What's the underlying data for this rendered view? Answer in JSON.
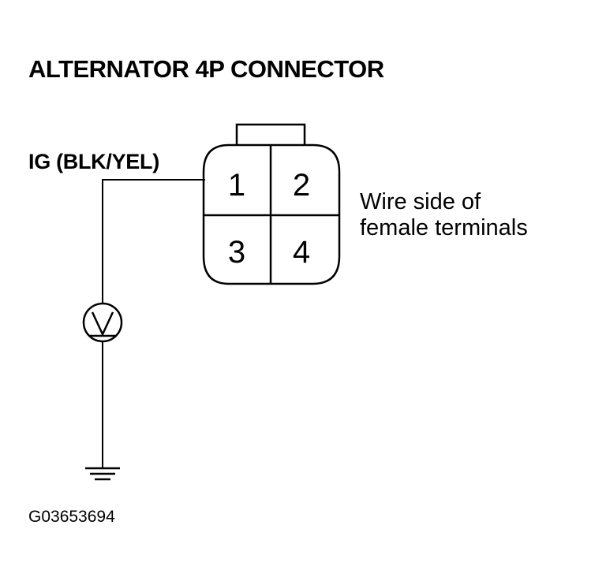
{
  "title": "ALTERNATOR 4P CONNECTOR",
  "wire_label": "IG (BLK/YEL)",
  "connector": {
    "terminals": [
      "1",
      "2",
      "3",
      "4"
    ],
    "side_note_line1": "Wire side of",
    "side_note_line2": "female terminals"
  },
  "meter_symbol": "voltmeter-icon",
  "ground_symbol": "ground-icon",
  "figure_id": "G03653694",
  "colors": {
    "ink": "#000000",
    "background": "#ffffff"
  }
}
